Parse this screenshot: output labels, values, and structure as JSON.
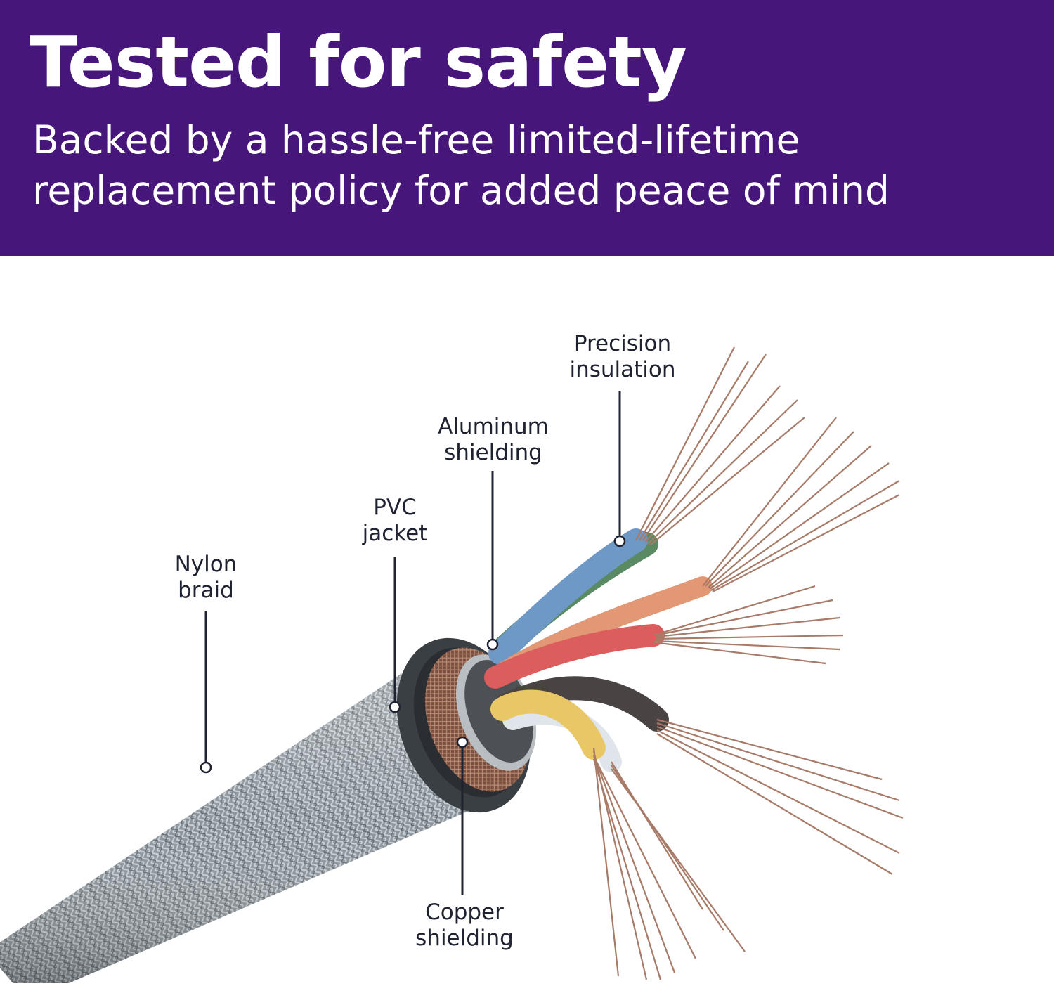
{
  "header": {
    "title": "Tested for safety",
    "subtitle_lines": [
      "Backed by a hassle-free limited-lifetime",
      "replacement policy for added peace of mind"
    ]
  },
  "callouts": {
    "precision_insulation": [
      "Precision",
      "insulation"
    ],
    "aluminum_shielding": [
      "Aluminum",
      "shielding"
    ],
    "pvc_jacket": [
      "PVC",
      "jacket"
    ],
    "nylon_braid": [
      "Nylon",
      "braid"
    ],
    "copper_shielding": [
      "Copper",
      "shielding"
    ]
  },
  "colors": {
    "banner": "#46167a",
    "banner_text": "#ffffff",
    "label_text": "#1f2230",
    "nylon_braid": "#8e979e",
    "pvc_jacket": "#3d4247",
    "copper": "#9b6a52",
    "wire_blue": "#6e98c6",
    "wire_green": "#5a8a62",
    "wire_orange": "#e29775",
    "wire_red": "#dc5d5d",
    "wire_yellow": "#e9c766",
    "wire_white": "#dfe5ea",
    "wire_brown": "#4a4344",
    "strand": "#a87a68"
  }
}
